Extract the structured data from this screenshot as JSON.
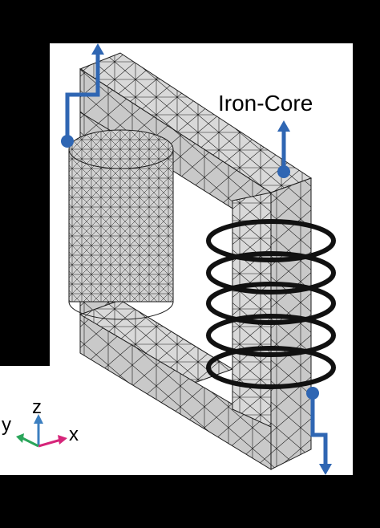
{
  "labels": {
    "core": "Iron-Core",
    "axis_x": "x",
    "axis_y": "y",
    "axis_z": "z"
  },
  "colors": {
    "background": "#000000",
    "panel": "#ffffff",
    "mesh_fill": "#d9d9d9",
    "mesh_fill_dark": "#bfbfbf",
    "mesh_line": "#1a1a1a",
    "lead_arrow": "#2f66b3",
    "coil": "#111111",
    "axis_x": "#d6257a",
    "axis_y": "#2aa55a",
    "axis_z": "#3c7fc0"
  },
  "icons": [
    "lead-in-arrow-icon",
    "lead-out-arrow-icon",
    "core-pointer-arrow-icon",
    "xyz-axis-triad-icon"
  ]
}
